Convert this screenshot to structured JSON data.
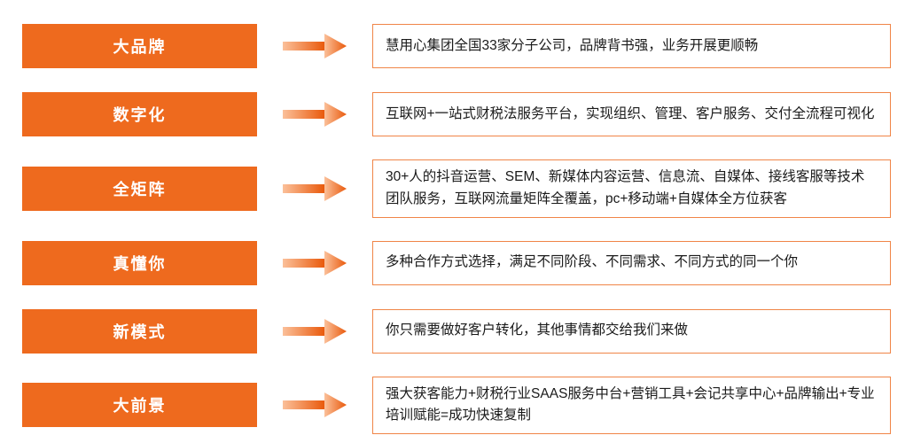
{
  "colors": {
    "accent": "#EE6A1E",
    "border": "#F08547",
    "arrow_start": "#FBC09A",
    "arrow_end": "#E95A0C"
  },
  "rows": [
    {
      "label": "大品牌",
      "description": "慧用心集团全国33家分子公司，品牌背书强，业务开展更顺畅"
    },
    {
      "label": "数字化",
      "description": "互联网+一站式财税法服务平台，实现组织、管理、客户服务、交付全流程可视化"
    },
    {
      "label": "全矩阵",
      "description": "30+人的抖音运营、SEM、新媒体内容运营、信息流、自媒体、接线客服等技术团队服务，互联网流量矩阵全覆盖，pc+移动端+自媒体全方位获客"
    },
    {
      "label": "真懂你",
      "description": "多种合作方式选择，满足不同阶段、不同需求、不同方式的同一个你"
    },
    {
      "label": "新模式",
      "description": "你只需要做好客户转化，其他事情都交给我们来做"
    },
    {
      "label": "大前景",
      "description": "强大获客能力+财税行业SAAS服务中台+营销工具+会记共享中心+品牌输出+专业培训赋能=成功快速复制"
    }
  ]
}
